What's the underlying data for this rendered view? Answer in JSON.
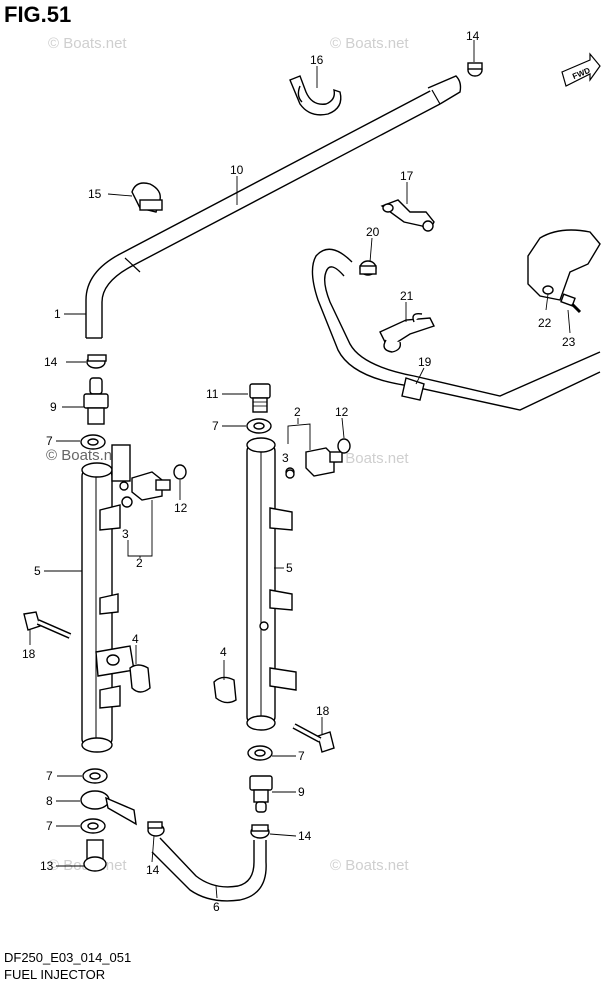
{
  "figure": {
    "title": "FIG.51",
    "footer_code": "DF250_E03_014_051",
    "footer_name": "FUEL INJECTOR",
    "fwd_label": "FWD"
  },
  "watermark": "© Boats.net",
  "callouts": [
    {
      "id": "c14a",
      "text": "14"
    },
    {
      "id": "c16",
      "text": "16"
    },
    {
      "id": "c10",
      "text": "10"
    },
    {
      "id": "c15",
      "text": "15"
    },
    {
      "id": "c17",
      "text": "17"
    },
    {
      "id": "c20",
      "text": "20"
    },
    {
      "id": "c21",
      "text": "21"
    },
    {
      "id": "c22",
      "text": "22"
    },
    {
      "id": "c23",
      "text": "23"
    },
    {
      "id": "c19",
      "text": "19"
    },
    {
      "id": "c1",
      "text": "1"
    },
    {
      "id": "c14b",
      "text": "14"
    },
    {
      "id": "c9a",
      "text": "9"
    },
    {
      "id": "c7a",
      "text": "7"
    },
    {
      "id": "c11",
      "text": "11"
    },
    {
      "id": "c7b",
      "text": "7"
    },
    {
      "id": "c2a",
      "text": "2"
    },
    {
      "id": "c12a",
      "text": "12"
    },
    {
      "id": "c3a",
      "text": "3"
    },
    {
      "id": "c12b",
      "text": "12"
    },
    {
      "id": "c3b",
      "text": "3"
    },
    {
      "id": "c2b",
      "text": "2"
    },
    {
      "id": "c5a",
      "text": "5"
    },
    {
      "id": "c5b",
      "text": "5"
    },
    {
      "id": "c18a",
      "text": "18"
    },
    {
      "id": "c4a",
      "text": "4"
    },
    {
      "id": "c4b",
      "text": "4"
    },
    {
      "id": "c18b",
      "text": "18"
    },
    {
      "id": "c7c",
      "text": "7"
    },
    {
      "id": "c7d",
      "text": "7"
    },
    {
      "id": "c9b",
      "text": "9"
    },
    {
      "id": "c8",
      "text": "8"
    },
    {
      "id": "c7e",
      "text": "7"
    },
    {
      "id": "c14c",
      "text": "14"
    },
    {
      "id": "c13",
      "text": "13"
    },
    {
      "id": "c14d",
      "text": "14"
    },
    {
      "id": "c6",
      "text": "6"
    }
  ]
}
